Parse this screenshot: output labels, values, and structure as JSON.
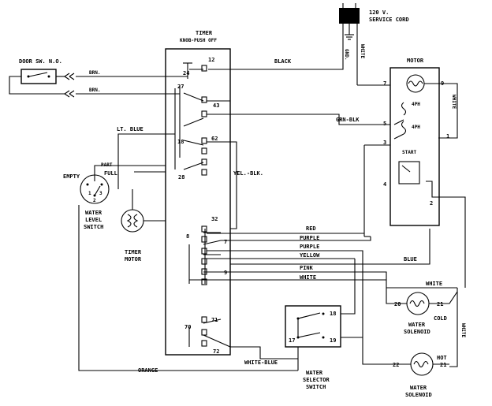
{
  "power": {
    "line1": "120 V.",
    "line2": "SERVICE CORD",
    "gnd": "GND.",
    "white": "WHITE"
  },
  "door_switch": {
    "label": "DOOR SW. N.O.",
    "wire_top": "BRN.",
    "wire_bottom": "BRN."
  },
  "timer": {
    "line1": "TIMER",
    "line2": "KNOB-PUSH OFF",
    "terminals": [
      "12",
      "24",
      "27",
      "43",
      "62",
      "18",
      "28",
      "32",
      "7",
      "8",
      "9",
      "70",
      "71",
      "72"
    ]
  },
  "motor": {
    "label": "MOTOR",
    "white": "WHITE",
    "t9": "9",
    "t7": "7",
    "t5": "5",
    "t1": "1",
    "t3": "3",
    "t4": "4",
    "t2": "2",
    "run1": "4PH",
    "run2": "4PH",
    "start": "START"
  },
  "wires": {
    "black": "BLACK",
    "grn_blk": "GRN-BLK",
    "lt_blue": "LT. BLUE",
    "yel_blk": "YEL.-BLK.",
    "red": "RED",
    "purple1": "PURPLE",
    "purple2": "PURPLE",
    "yellow": "YELLOW",
    "pink": "PINK",
    "white1": "WHITE",
    "blue": "BLUE",
    "white2": "WHITE",
    "white_blue": "WHITE-BLUE",
    "orange": "ORANGE",
    "white_v": "WHITE"
  },
  "level_switch": {
    "label1": "WATER",
    "label2": "LEVEL",
    "label3": "SWITCH",
    "empty": "EMPTY",
    "full": "FULL",
    "part": "PART",
    "t1": "1",
    "t2": "2",
    "t3": "3"
  },
  "timer_motor": {
    "label1": "TIMER",
    "label2": "MOTOR"
  },
  "selector": {
    "label1": "WATER",
    "label2": "SELECTOR",
    "label3": "SWITCH",
    "t17": "17",
    "t18": "18",
    "t19": "19"
  },
  "cold_solenoid": {
    "label1": "WATER",
    "label2": "SOLENOID",
    "name": "COLD",
    "t20": "20",
    "t21": "21"
  },
  "hot_solenoid": {
    "label1": "WATER",
    "label2": "SOLENOID",
    "name": "HOT",
    "t22": "22",
    "t21": "21"
  }
}
